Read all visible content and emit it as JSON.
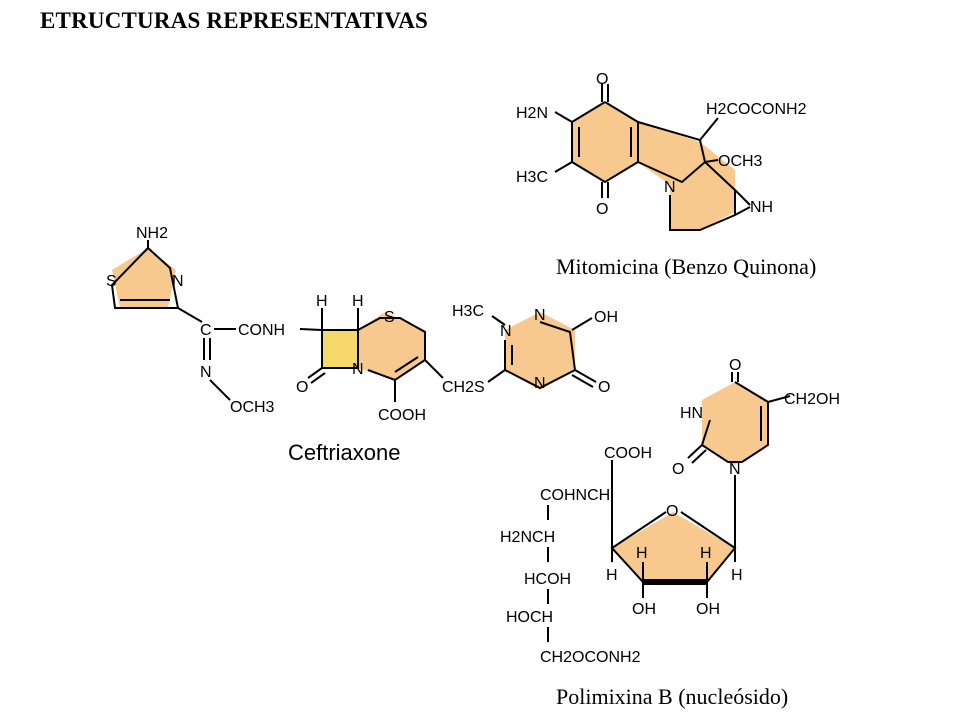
{
  "title": "ETRUCTURAS REPRESENTATIVAS",
  "molecules": {
    "mitomicina": {
      "caption": "Mitomicina (Benzo Quinona)",
      "labels": {
        "o_top": "O",
        "o_bottom": "O",
        "h2n": "H2N",
        "h3c": "H3C",
        "n": "N",
        "nh": "NH",
        "side": "H2COCONH2",
        "och3": "OCH3"
      }
    },
    "ceftriaxone": {
      "caption": "Ceftriaxone",
      "labels": {
        "nh2": "NH2",
        "s_thz": "S",
        "n_thz": "N",
        "c": "C",
        "conh": "CONH",
        "n_oxime": "N",
        "och3": "OCH3",
        "h1": "H",
        "h2": "H",
        "s_ring": "S",
        "n_ring": "N",
        "o_lactam": "O",
        "cooh": "COOH",
        "ch2s": "CH2S",
        "h3c": "H3C",
        "n_t1": "N",
        "n_t2": "N",
        "n_t3": "N",
        "oh": "OH",
        "o_t": "O"
      }
    },
    "polimixina": {
      "caption": "Polimixina B (nucleósido)",
      "labels": {
        "o_top": "O",
        "hn": "HN",
        "ch2oh": "CH2OH",
        "o_left": "O",
        "n": "N",
        "cooh": "COOH",
        "cohnch": "COHNCH",
        "h2nch": "H2NCH",
        "hcoh": "HCOH",
        "hoch": "HOCH",
        "ch2oconh2": "CH2OCONH2",
        "o_ring": "O",
        "h_a": "H",
        "h_b": "H",
        "h_c": "H",
        "h_d": "H",
        "oh1": "OH",
        "oh2": "OH"
      }
    }
  },
  "colors": {
    "ring_fill": "#f7c98f",
    "beta_lactam_fill": "#f5d76a"
  }
}
